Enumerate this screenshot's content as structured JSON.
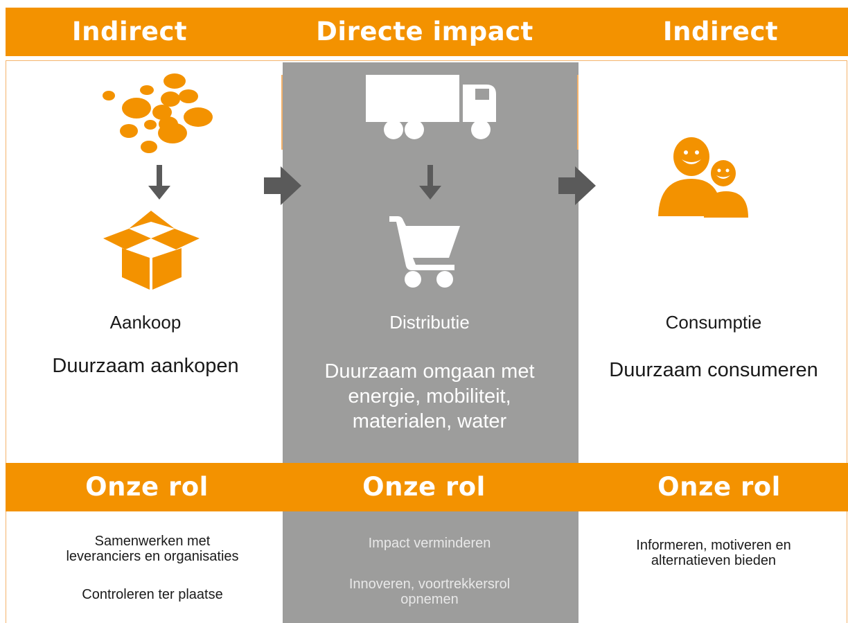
{
  "header": {
    "left": "Indirect",
    "center": "Directe impact",
    "right": "Indirect"
  },
  "columns": [
    {
      "title": "Aankoop",
      "subtitle": "Duurzaam aankopen",
      "icons": [
        "bubbles-icon",
        "box-icon"
      ]
    },
    {
      "title": "Distributie",
      "subtitle_lines": [
        "Duurzaam omgaan met",
        "energie, mobiliteit,",
        "materialen, water"
      ],
      "icons": [
        "truck-icon",
        "cart-icon"
      ]
    },
    {
      "title": "Consumptie",
      "subtitle": "Duurzaam consumeren",
      "icons": [
        "people-icon"
      ]
    }
  ],
  "role_band": {
    "left": "Onze rol",
    "center": "Onze rol",
    "right": "Onze rol"
  },
  "roles": {
    "left": {
      "item1_lines": [
        "Samenwerken met",
        "leveranciers en organisaties"
      ],
      "item2": "Controleren ter plaatse"
    },
    "center": {
      "item1": "Impact verminderen",
      "item2_lines": [
        "Innoveren, voortrekkersrol",
        "opnemen"
      ]
    },
    "right": {
      "item1_lines": [
        "Informeren, motiveren en",
        "alternatieven bieden"
      ]
    }
  },
  "colors": {
    "accent": "#f39200",
    "panel": "#9d9d9c",
    "arrow": "#5a5a5a"
  }
}
